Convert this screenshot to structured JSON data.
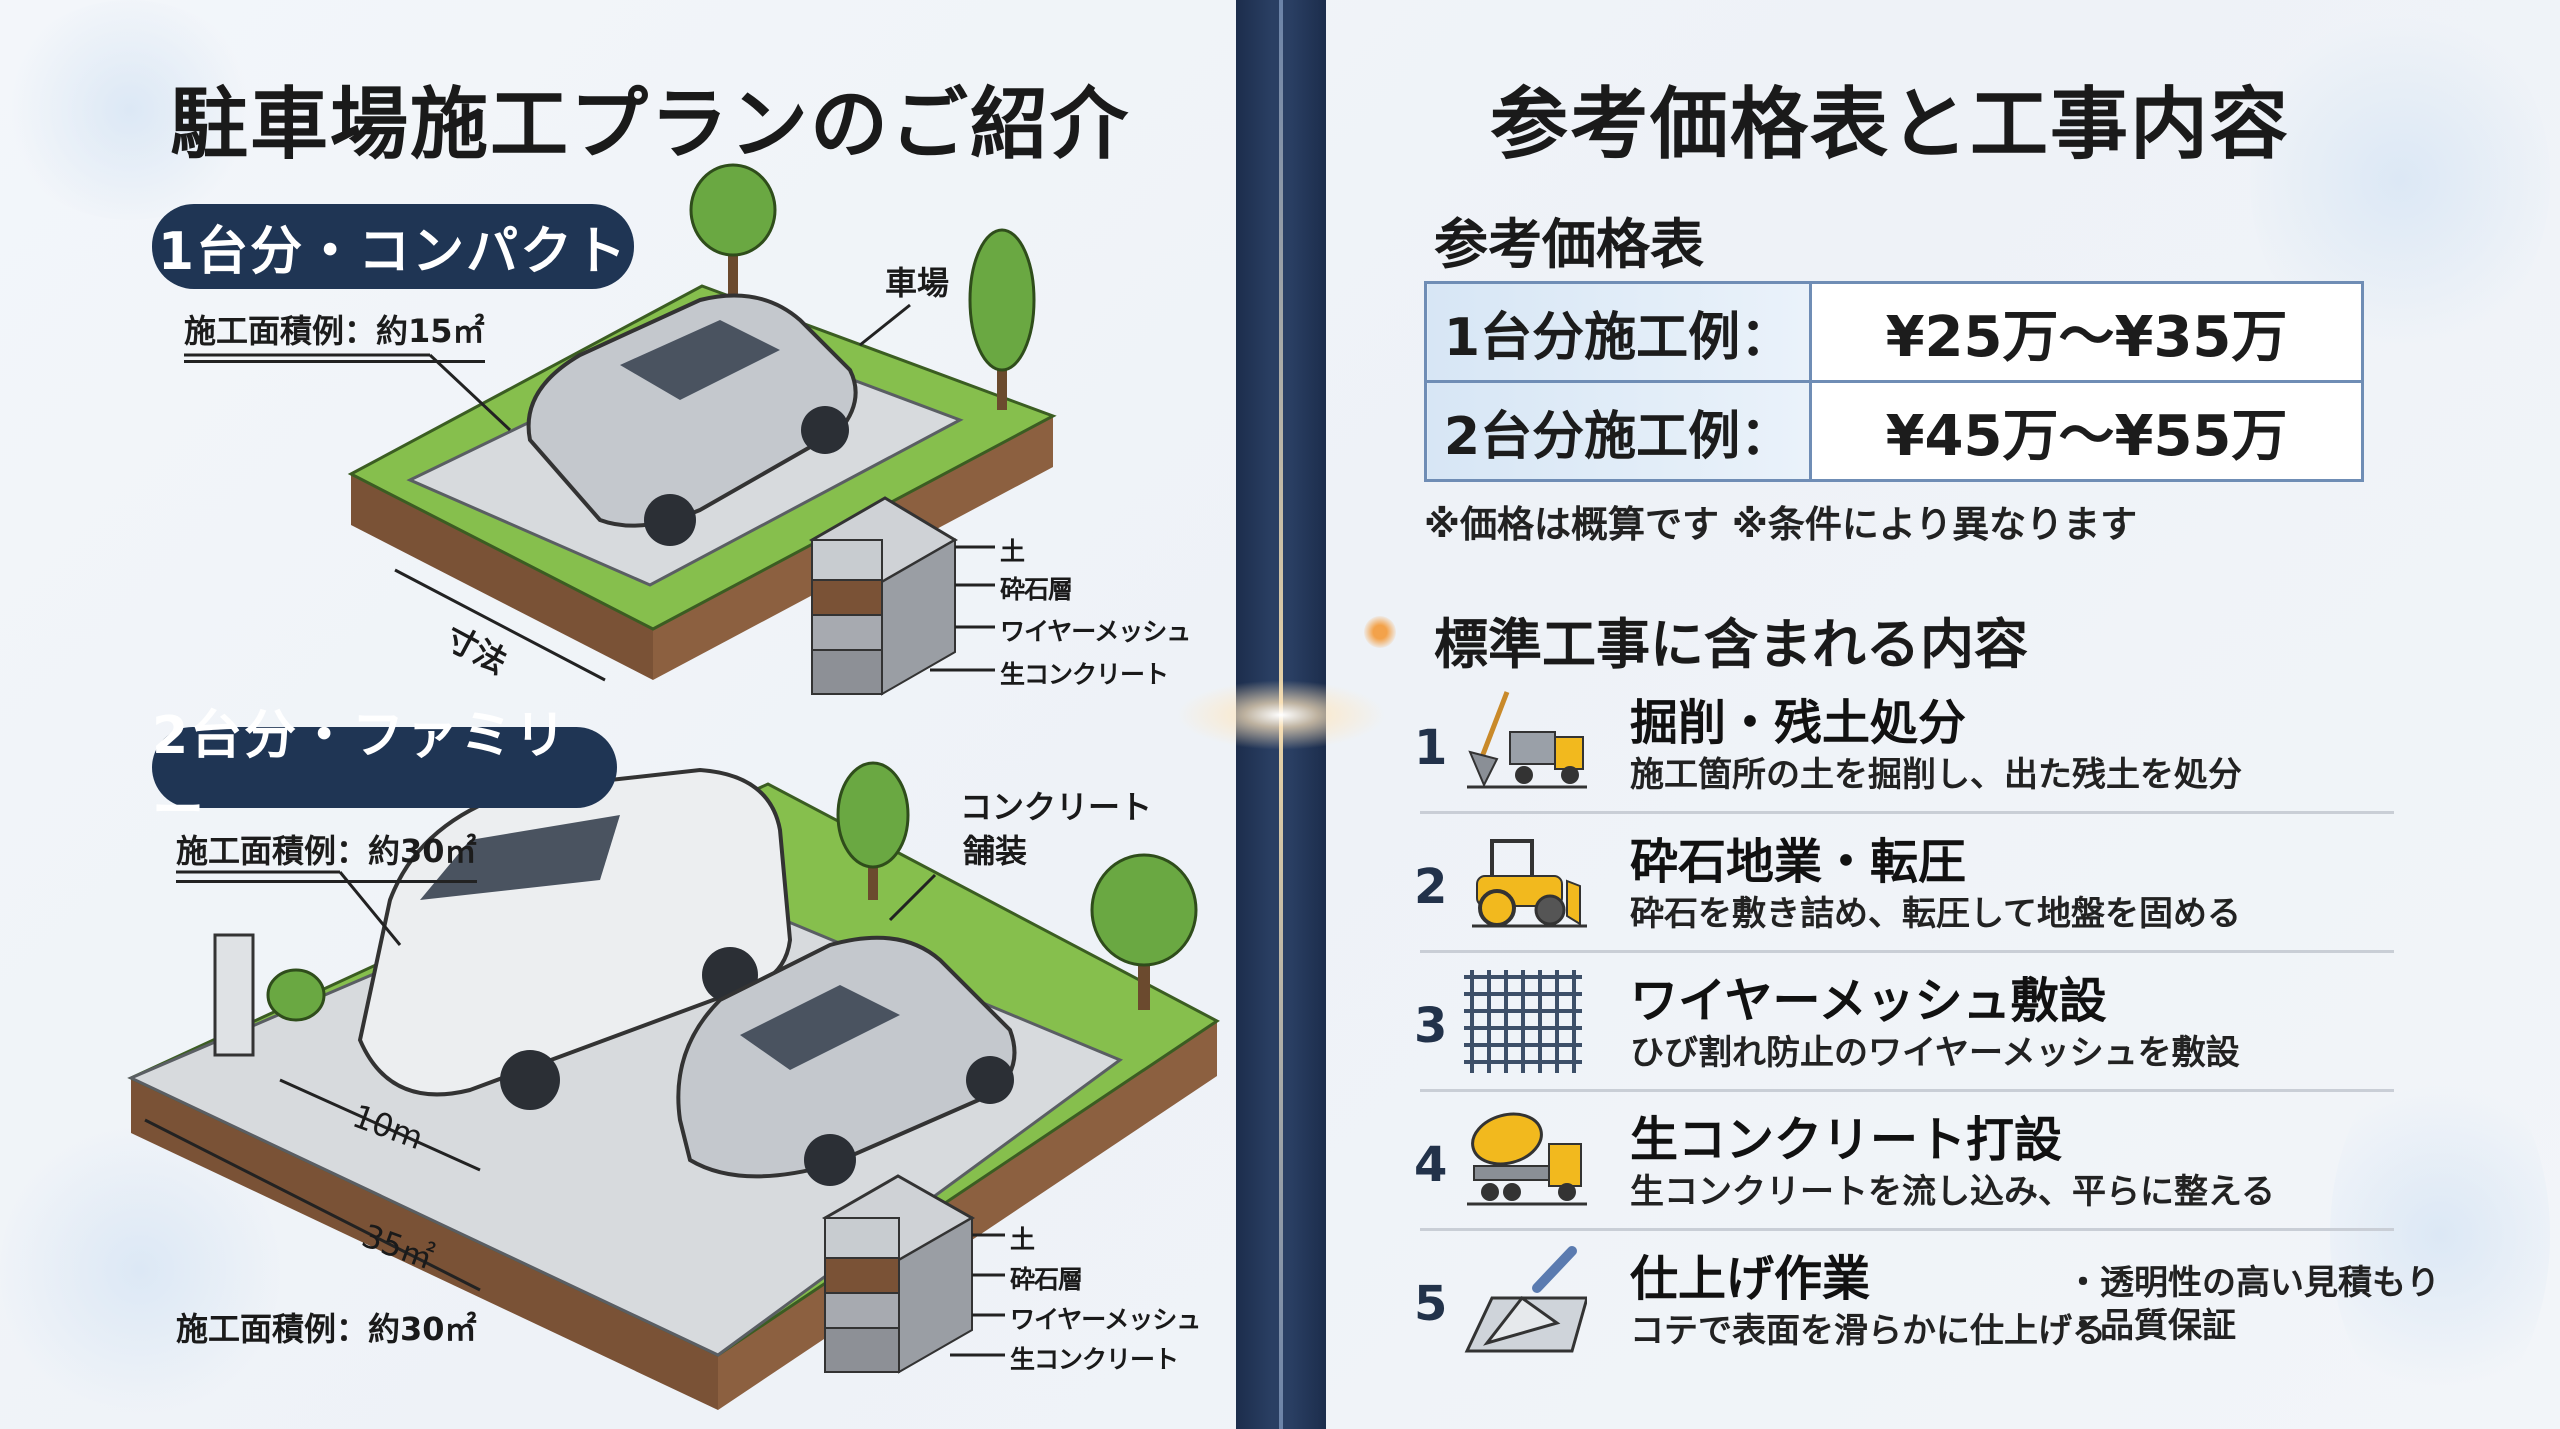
{
  "left": {
    "title": "駐車場施工プランのご紹介",
    "plan1": {
      "badge": "1台分・コンパクト",
      "area": "施工面積例：約15㎡",
      "label_parking": "車場",
      "label_dimension": "寸法",
      "layers": [
        "土",
        "砕石層",
        "ワイヤーメッシュ",
        "生コンクリート"
      ]
    },
    "plan2": {
      "badge": "2台分・ファミリー",
      "area_top": "施工面積例：約30㎡",
      "area_bottom": "施工面積例：約30㎡",
      "label_paving_1": "コンクリート",
      "label_paving_2": "舗装",
      "dim_length": "10m",
      "dim_area": "35㎡",
      "layers": [
        "土",
        "砕石層",
        "ワイヤーメッシュ",
        "生コンクリート"
      ]
    }
  },
  "right": {
    "title": "参考価格表と工事内容",
    "price_heading": "参考価格表",
    "price_rows": [
      {
        "label": "1台分施工例：",
        "value": "¥25万〜¥35万"
      },
      {
        "label": "2台分施工例：",
        "value": "¥45万〜¥55万"
      }
    ],
    "price_note": "※価格は概算です ※条件により異なります",
    "works_heading": "標準工事に含まれる内容",
    "works": [
      {
        "num": "1",
        "icon": "shovel-dump-truck-icon",
        "title": "掘削・残土処分",
        "desc": "施工箇所の土を掘削し、出た残土を処分"
      },
      {
        "num": "2",
        "icon": "road-roller-icon",
        "title": "砕石地業・転圧",
        "desc": "砕石を敷き詰め、転圧して地盤を固める"
      },
      {
        "num": "3",
        "icon": "wire-mesh-icon",
        "title": "ワイヤーメッシュ敷設",
        "desc": "ひび割れ防止のワイヤーメッシュを敷設"
      },
      {
        "num": "4",
        "icon": "concrete-mixer-truck-icon",
        "title": "生コンクリート打設",
        "desc": "生コンクリートを流し込み、平らに整える"
      },
      {
        "num": "5",
        "icon": "trowel-icon",
        "title": "仕上げ作業",
        "desc": "コテで表面を滑らかに仕上げる"
      }
    ],
    "bullets": [
      "・透明性の高い見積もり",
      "・品質保証"
    ]
  },
  "colors": {
    "navy": "#1f3554",
    "grass": "#7cb342",
    "soil": "#7a5236",
    "concrete": "#d9dce0",
    "machine_yellow": "#f2b91e",
    "table_border": "#6f8db5",
    "accent_orange": "#f3a24a"
  }
}
